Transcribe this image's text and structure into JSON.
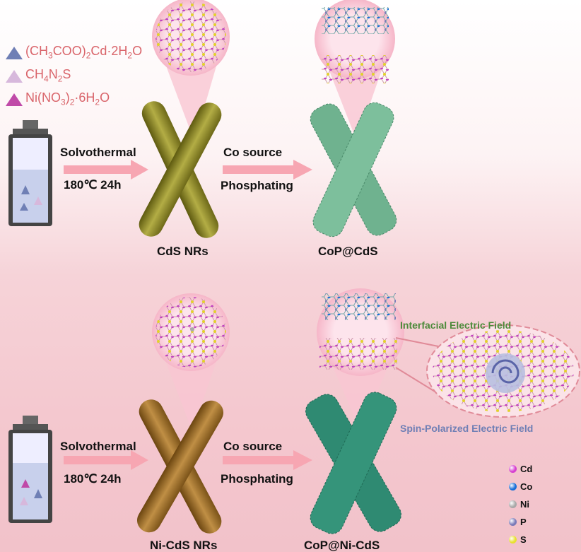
{
  "reagents": [
    {
      "parts": [
        {
          "t": "(CH"
        },
        {
          "t": "3",
          "sub": true
        },
        {
          "t": "COO)"
        },
        {
          "t": "2",
          "sub": true
        },
        {
          "t": "Cd·2H"
        },
        {
          "t": "2",
          "sub": true
        },
        {
          "t": "O"
        }
      ],
      "color": "#6f7fb5"
    },
    {
      "parts": [
        {
          "t": "CH"
        },
        {
          "t": "4",
          "sub": true
        },
        {
          "t": "N"
        },
        {
          "t": "2",
          "sub": true
        },
        {
          "t": "S"
        }
      ],
      "color": "#d7b8dc"
    },
    {
      "parts": [
        {
          "t": "Ni(NO"
        },
        {
          "t": "3",
          "sub": true
        },
        {
          "t": ")"
        },
        {
          "t": "2",
          "sub": true
        },
        {
          "t": "·6H"
        },
        {
          "t": "2",
          "sub": true
        },
        {
          "t": "O"
        }
      ],
      "color": "#c04aa8"
    }
  ],
  "top": {
    "step1": "Solvothermal",
    "cond1": "180℃  24h",
    "step2a": "Co source",
    "step2b": "Phosphating",
    "product1": "CdS NRs",
    "product2": "CoP@CdS"
  },
  "bottom": {
    "step1": "Solvothermal",
    "cond1": "180℃  24h",
    "step2a": "Co source",
    "step2b": "Phosphating",
    "product1": "Ni-CdS NRs",
    "product2": "CoP@Ni-CdS"
  },
  "fields": {
    "interfacial": "Interfacial Electric Field",
    "spin": "Spin-Polarized Electric Field"
  },
  "legend": [
    {
      "label": "Cd",
      "color": "#d640d0"
    },
    {
      "label": "Co",
      "color": "#1a6fd8"
    },
    {
      "label": "Ni",
      "color": "#a8a8a8"
    },
    {
      "label": "P",
      "color": "#7a7ab8"
    },
    {
      "label": "S",
      "color": "#e8e030"
    }
  ],
  "colors": {
    "cds": "#8e8a2a",
    "nicds": "#9b6d22",
    "cop": "#6fb28f",
    "copni": "#2f8a72",
    "arrow": "#f7a6b2"
  }
}
